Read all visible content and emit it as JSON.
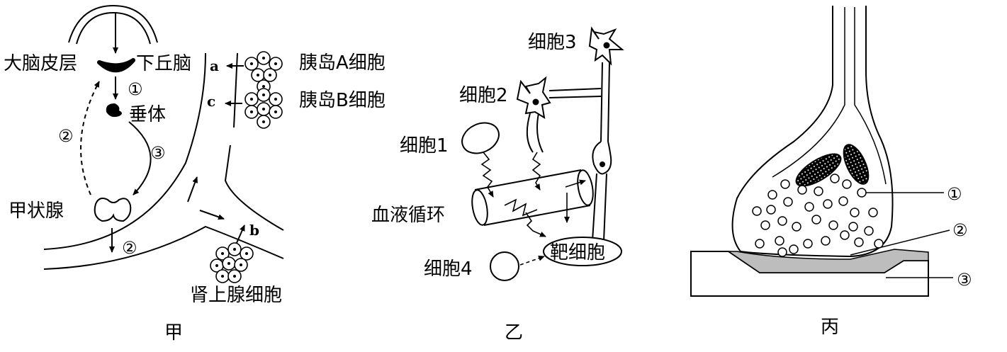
{
  "panel_jia": {
    "caption": "甲",
    "labels": {
      "cortex": "大脑皮层",
      "hypothalamus": "下丘脑",
      "pituitary": "垂体",
      "thyroid": "甲状腺",
      "islet_a": "胰岛A细胞",
      "islet_b": "胰岛B细胞",
      "adrenal": "肾上腺细胞"
    },
    "letters": {
      "a": "a",
      "b": "b",
      "c": "c"
    },
    "numbers": {
      "n1": "①",
      "n2": "②",
      "n3": "③"
    }
  },
  "panel_yi": {
    "caption": "乙",
    "labels": {
      "cell1": "细胞1",
      "cell2": "细胞2",
      "cell3": "细胞3",
      "cell4": "细胞4",
      "blood": "血液循环",
      "target": "靶细胞"
    }
  },
  "panel_bing": {
    "caption": "丙",
    "numbers": {
      "n1": "①",
      "n2": "②",
      "n3": "③"
    }
  }
}
